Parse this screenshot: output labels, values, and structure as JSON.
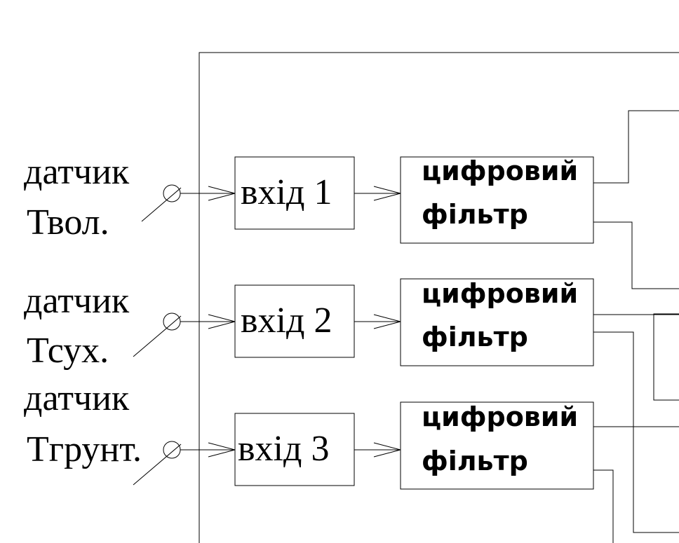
{
  "sensors": [
    {
      "line1": "датчик",
      "line2": "Твол."
    },
    {
      "line1": "датчик",
      "line2": "Тсух."
    },
    {
      "line1": "датчик",
      "line2": "Тгрунт."
    }
  ],
  "inputs": [
    {
      "label": "вхід 1"
    },
    {
      "label": "вхід 2"
    },
    {
      "label": "вхід 3"
    }
  ],
  "filters": [
    {
      "line1": "цифровий",
      "line2": "фільтр"
    },
    {
      "line1": "цифровий",
      "line2": "фільтр"
    },
    {
      "line1": "цифровий",
      "line2": "фільтр"
    }
  ]
}
